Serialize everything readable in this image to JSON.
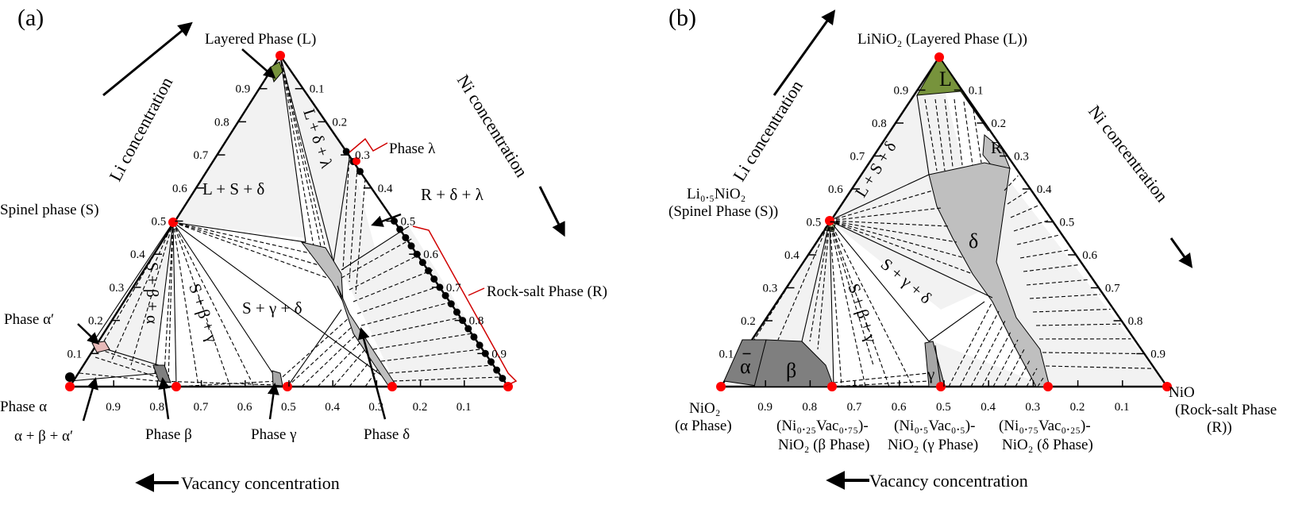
{
  "panels": [
    {
      "id": "a",
      "label": "(a)",
      "left_axis": "Li concentration",
      "right_axis": "Ni concentration",
      "bottom_axis": "Vacancy concentration",
      "left_ticks": [
        "0.1",
        "0.2",
        "0.3",
        "0.4",
        "0.5",
        "0.6",
        "0.7",
        "0.8",
        "0.9"
      ],
      "right_ticks": [
        "0.1",
        "0.2",
        "0.3",
        "0.4",
        "0.5",
        "0.6",
        "0.7",
        "0.8",
        "0.9"
      ],
      "bottom_ticks": [
        "0.9",
        "0.8",
        "0.7",
        "0.6",
        "0.5",
        "0.4",
        "0.3",
        "0.2",
        "0.1"
      ],
      "regions": {
        "lsd": "L + S + δ",
        "ldl": "L + δ + λ",
        "rdl": "R + δ + λ",
        "sba": "S + β + α",
        "sbg": "S + β + γ",
        "sgd": "S + γ + δ"
      },
      "callouts": {
        "layered": "Layered Phase (L)",
        "spinel": "Spinel phase (S)",
        "lambda": "Phase λ",
        "rocksalt": "Rock-salt Phase (R)",
        "alpha_prime": "Phase α′",
        "alpha": "Phase α",
        "aba": "α + β + α′",
        "beta": "Phase β",
        "gamma": "Phase γ",
        "delta": "Phase δ"
      }
    },
    {
      "id": "b",
      "label": "(b)",
      "left_axis": "Li concentration",
      "right_axis": "Ni concentration",
      "bottom_axis": "Vacancy concentration",
      "left_ticks": [
        "0.1",
        "0.2",
        "0.3",
        "0.4",
        "0.5",
        "0.6",
        "0.7",
        "0.8",
        "0.9"
      ],
      "right_ticks": [
        "0.1",
        "0.2",
        "0.3",
        "0.4",
        "0.5",
        "0.6",
        "0.7",
        "0.8",
        "0.9"
      ],
      "bottom_ticks": [
        "0.9",
        "0.8",
        "0.7",
        "0.6",
        "0.5",
        "0.4",
        "0.3",
        "0.2",
        "0.1"
      ],
      "regions": {
        "L": "L",
        "R": "R",
        "delta": "δ",
        "alpha": "α",
        "beta": "β",
        "gamma": "γ",
        "lsd": "L + S + δ",
        "sgd": "S + γ + δ",
        "sbg": "S + β + γ"
      },
      "callouts": {
        "top": "LiNiO₂ (Layered Phase (L))",
        "spinel1": "Li₀.₅NiO₂",
        "spinel2": "(Spinel Phase (S))",
        "nio2_1": "NiO₂",
        "nio2_2": "(α Phase)",
        "beta1": "(Ni₀.₂₅Vac₀.₇₅)-",
        "beta2": "NiO₂ (β Phase)",
        "gamma1": "(Ni₀.₅Vac₀.₅)-",
        "gamma2": "NiO₂ (γ Phase)",
        "delta1": "(Ni₀.₇₅Vac₀.₂₅)-",
        "delta2": "NiO₂ (δ Phase)",
        "nio1": "NiO",
        "nio2": "(Rock-salt Phase",
        "nio3": "(R))"
      }
    }
  ],
  "colors": {
    "layered": "#77933c",
    "spinel": "#c3d69b",
    "delta_region": "#bfbfbf",
    "alpha_beta": "#7f7f7f",
    "alpha_prime": "#e6b9b8",
    "tie_fill": "#f2f2f2",
    "marker_red": "#ff0000",
    "marker_black": "#000000"
  }
}
